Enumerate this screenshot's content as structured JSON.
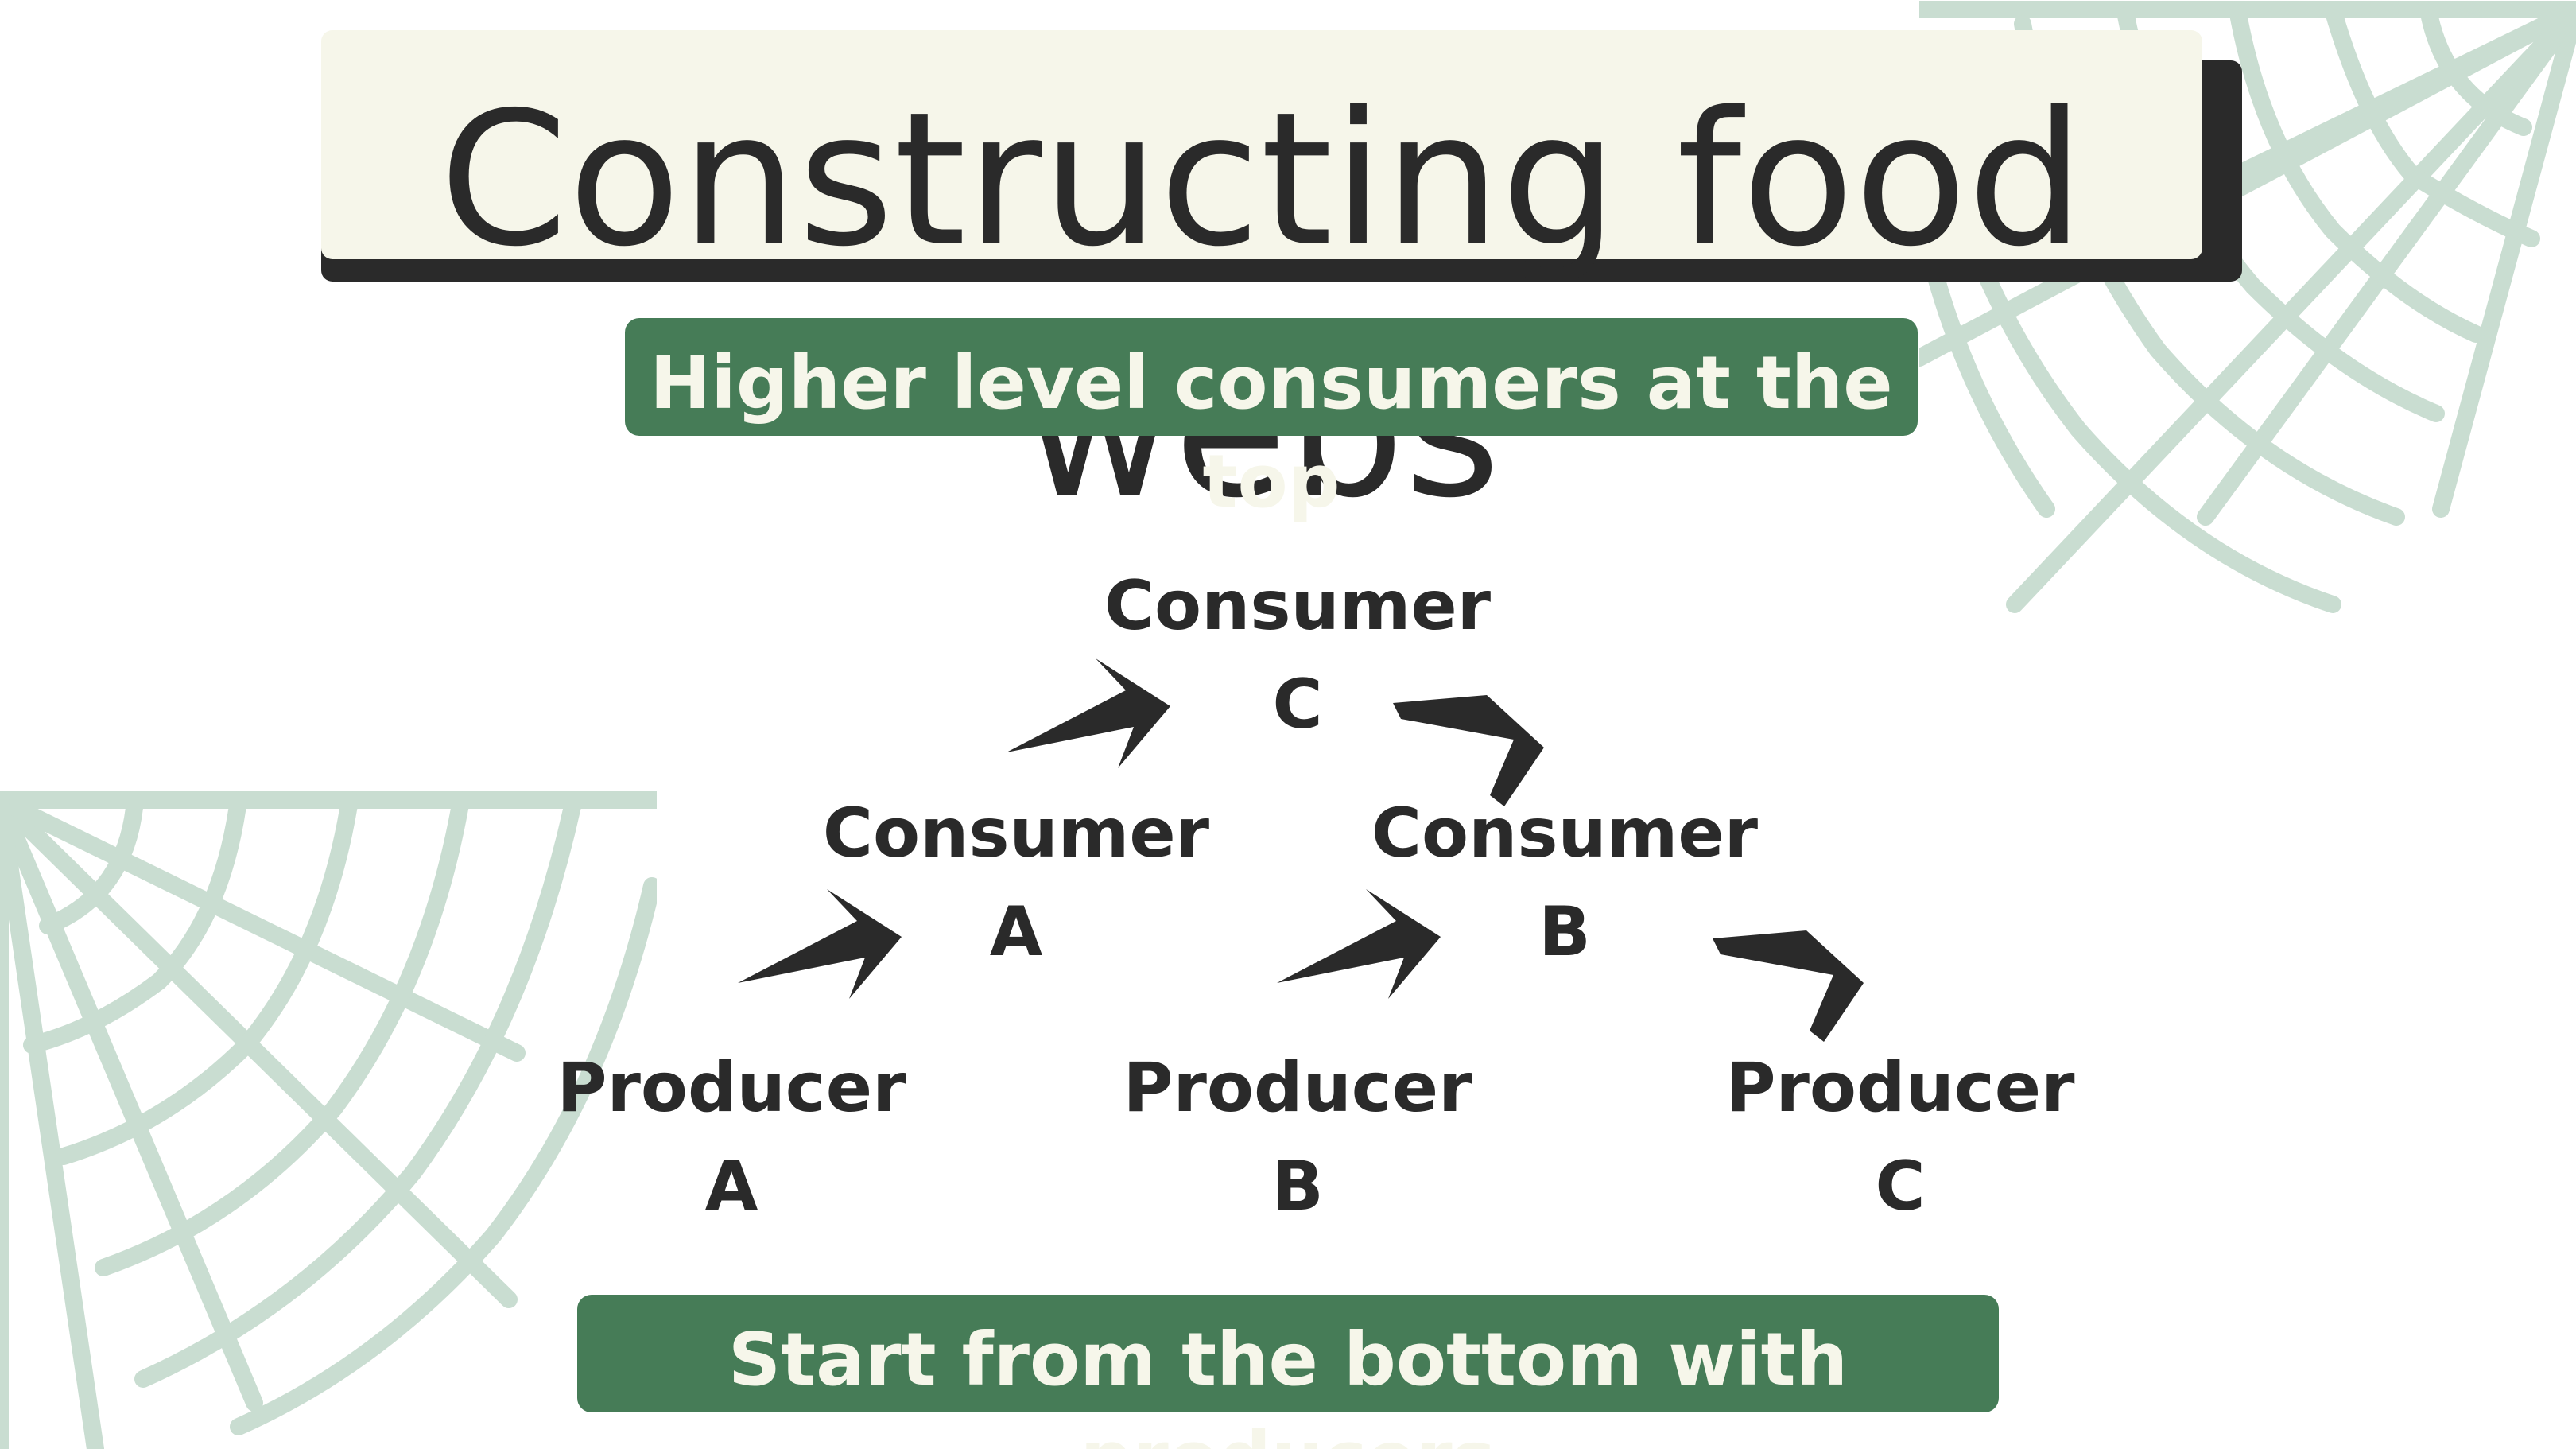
{
  "slide": {
    "title_line1": "Constructing food",
    "title_line2": "webs",
    "top_banner": "Higher level consumers at the top",
    "bottom_banner": "Start from the bottom with producers"
  },
  "diagram": {
    "nodes": [
      {
        "id": "consumer-c",
        "name": "Consumer",
        "letter": "C"
      },
      {
        "id": "consumer-a",
        "name": "Consumer",
        "letter": "A"
      },
      {
        "id": "consumer-b",
        "name": "Consumer",
        "letter": "B"
      },
      {
        "id": "producer-a",
        "name": "Producer",
        "letter": "A"
      },
      {
        "id": "producer-b",
        "name": "Producer",
        "letter": "B"
      },
      {
        "id": "producer-c",
        "name": "Producer",
        "letter": "C"
      }
    ],
    "edges": [
      {
        "from": "producer-a",
        "to": "consumer-a"
      },
      {
        "from": "producer-b",
        "to": "consumer-b"
      },
      {
        "from": "producer-c",
        "to": "consumer-b"
      },
      {
        "from": "consumer-a",
        "to": "consumer-c"
      },
      {
        "from": "consumer-b",
        "to": "consumer-c"
      }
    ]
  },
  "colors": {
    "background": "#ffffff",
    "card": "#f6f6ea",
    "ink": "#2a2a2a",
    "banner": "#467c57",
    "web": "#c9ddd1"
  },
  "icons": {
    "decoration": "spider-web-icon",
    "edge": "arrow-icon"
  }
}
